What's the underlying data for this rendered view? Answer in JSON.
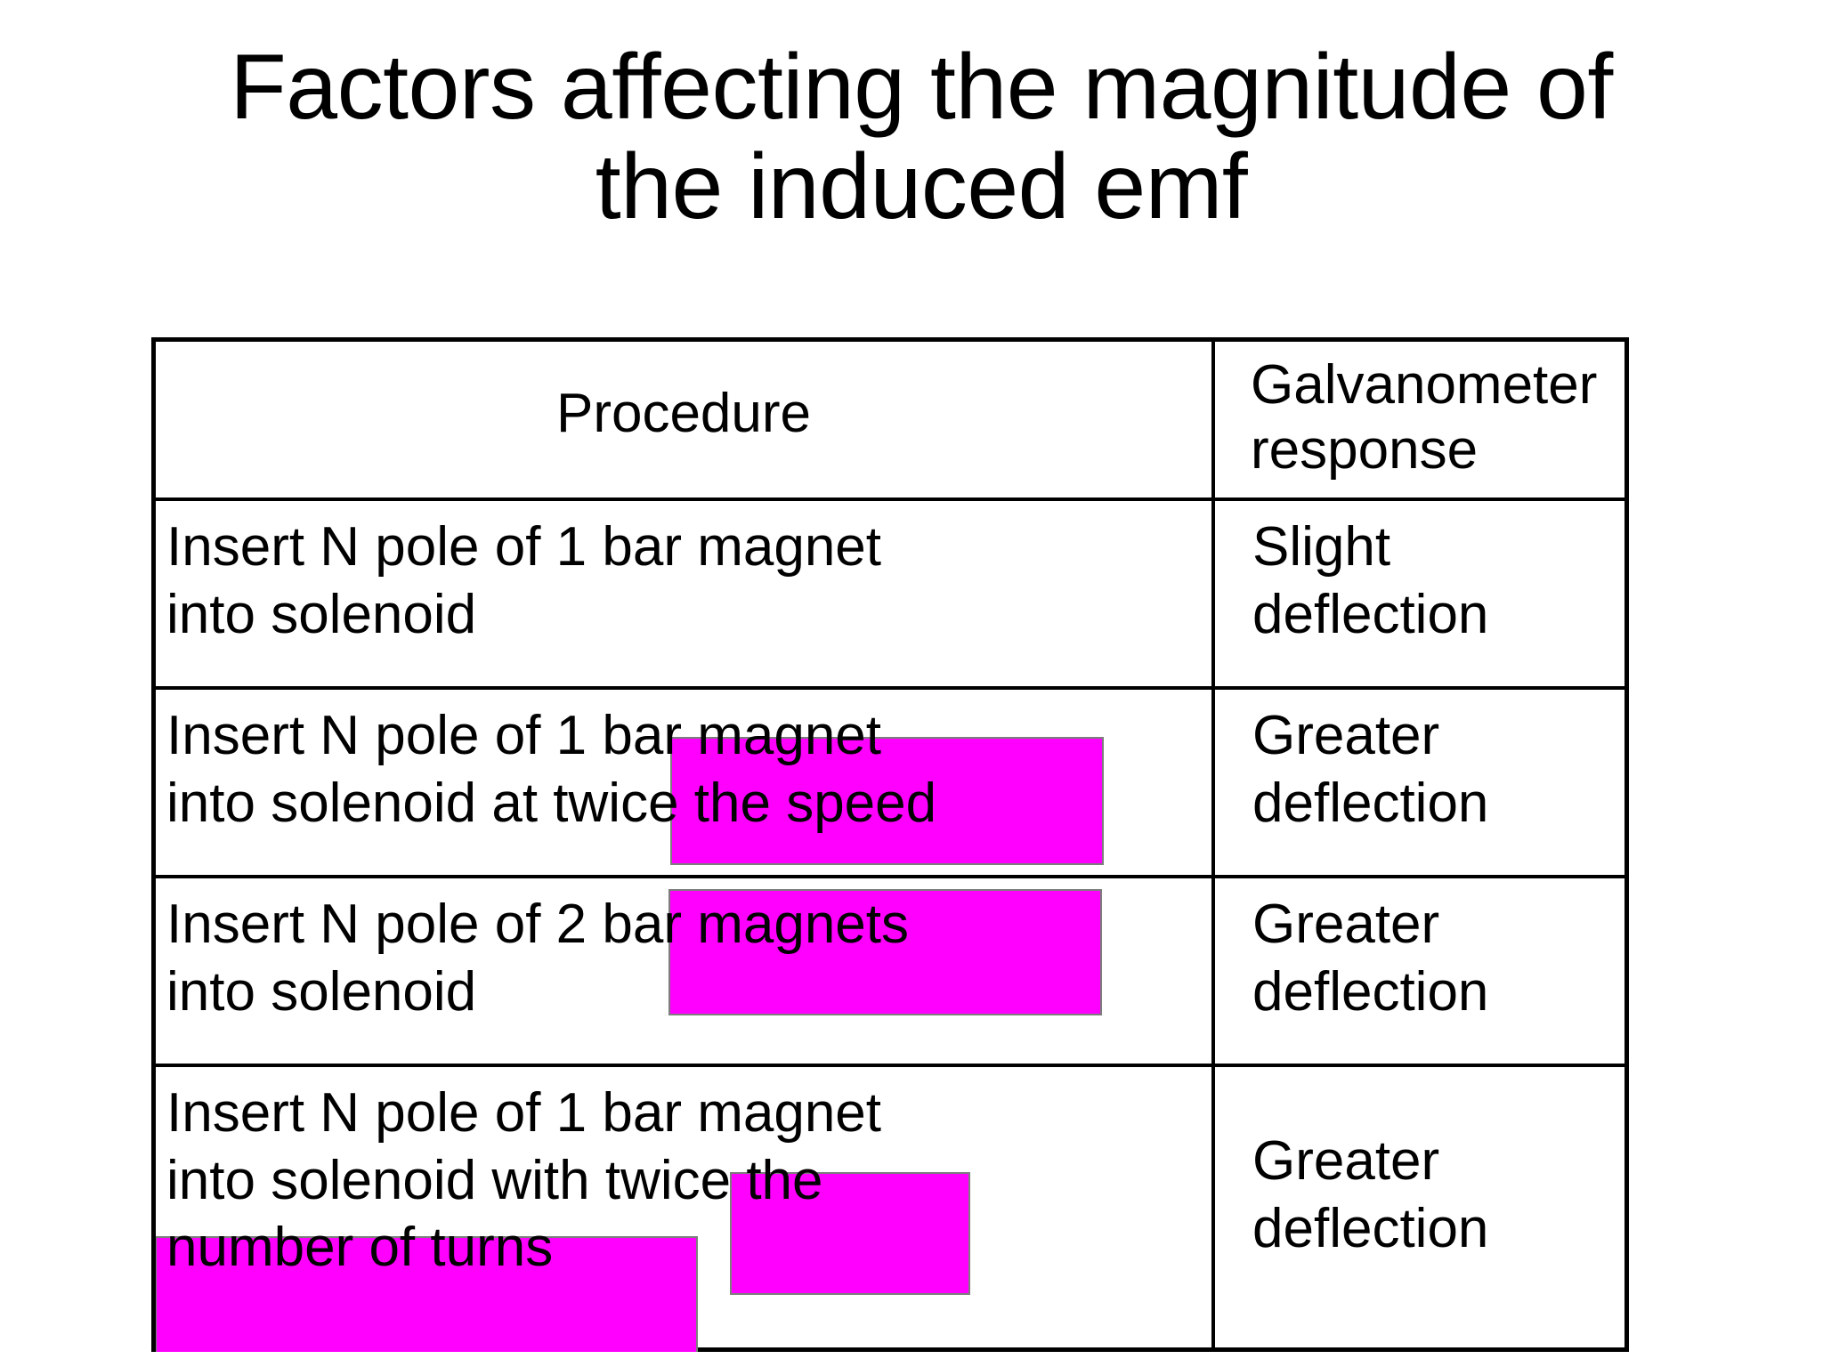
{
  "slide": {
    "title": "Factors affecting the magnitude of\nthe induced emf",
    "highlight_color": "#FF00FF",
    "text_color": "#000000",
    "background_color": "#FFFFFF",
    "border_color": "#000000"
  },
  "table": {
    "headers": {
      "procedure": "Procedure",
      "response": "Galvanometer\nresponse"
    },
    "rows": [
      {
        "procedure": "Insert N pole of 1 bar magnet\ninto solenoid",
        "response": "Slight\ndeflection",
        "highlights": []
      },
      {
        "procedure": "Insert N pole of 1 bar magnet\ninto solenoid at twice the speed",
        "response": "Greater\ndeflection",
        "highlights": [
          "twice the speed"
        ]
      },
      {
        "procedure": "Insert N pole of 2 bar magnets\ninto solenoid",
        "response": "Greater\ndeflection",
        "highlights": [
          "2 bar magnets"
        ]
      },
      {
        "procedure": "Insert N pole of 1 bar magnet\ninto solenoid with twice the\nnumber of turns",
        "response": "Greater\ndeflection",
        "highlights": [
          "twice the",
          "number of turns"
        ]
      }
    ],
    "highlight_labels": {
      "twice_the_speed": "twice the speed",
      "two_bar_magnets": "2 bar magnets",
      "twice_the": "twice the",
      "number_of_turns": "number of turns"
    }
  }
}
